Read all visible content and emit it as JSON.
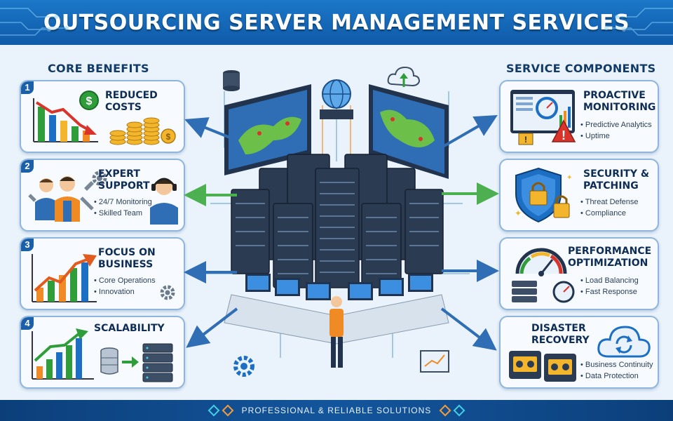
{
  "header": {
    "title": "OUTSOURCING SERVER MANAGEMENT SERVICES"
  },
  "left": {
    "heading": "CORE BENEFITS",
    "cards": [
      {
        "number": "1",
        "title_lines": [
          "REDUCED",
          "COSTS"
        ],
        "bullets": []
      },
      {
        "number": "2",
        "title_lines": [
          "EXPERT",
          "SUPPORT"
        ],
        "bullets": [
          "24/7 Monitoring",
          "Skilled Team"
        ]
      },
      {
        "number": "3",
        "title_lines": [
          "FOCUS ON",
          "BUSINESS"
        ],
        "bullets": [
          "Core Operations",
          "Innovation"
        ]
      },
      {
        "number": "4",
        "title_lines": [
          "SCALABILITY"
        ],
        "bullets": []
      }
    ]
  },
  "right": {
    "heading": "SERVICE COMPONENTS",
    "cards": [
      {
        "title_lines": [
          "PROACTIVE",
          "MONITORING"
        ],
        "bullets": [
          "Predictive Analytics",
          "Uptime"
        ]
      },
      {
        "title_lines": [
          "SECURITY &",
          "PATCHING"
        ],
        "bullets": [
          "Threat Defense",
          "Compliance"
        ]
      },
      {
        "title_lines": [
          "PERFORMANCE",
          "OPTIMIZATION"
        ],
        "bullets": [
          "Load Balancing",
          "Fast Response"
        ]
      },
      {
        "title_lines": [
          "DISASTER",
          "RECOVERY"
        ],
        "bullets": [
          "Business Continuity",
          "Data Protection"
        ]
      }
    ]
  },
  "footer": {
    "text": "PROFESSIONAL & RELIABLE SOLUTIONS"
  },
  "colors": {
    "header_blue": "#1c78c9",
    "navy": "#0f2d54",
    "green": "#2e9d3a",
    "orange": "#f08a24",
    "red": "#d9342b",
    "gold": "#f2b52c"
  }
}
